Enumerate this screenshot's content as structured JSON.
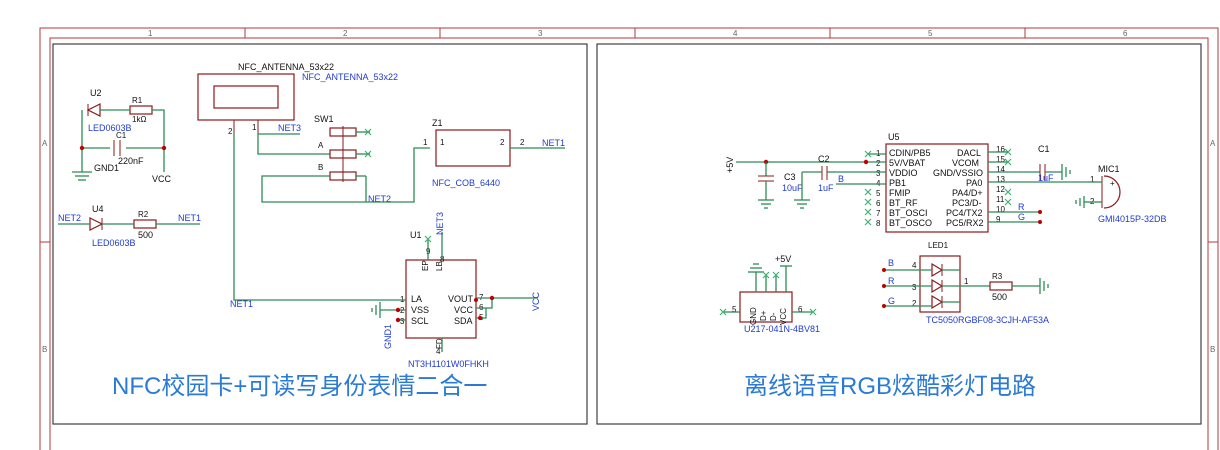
{
  "ruler": {
    "columns": [
      "1",
      "2",
      "3",
      "4",
      "5",
      "6"
    ],
    "rows": [
      "A",
      "B"
    ]
  },
  "left_panel": {
    "caption": "NFC校园卡+可读写身份表情二合一",
    "antenna": {
      "label1": "NFC_ANTENNA_53x22",
      "label2": "NFC_ANTENNA_53x22",
      "pin_a": "2",
      "pin_b": "1"
    },
    "u2": {
      "ref": "U2",
      "part": "LED0603B",
      "r_ref": "R1",
      "r_val": "1kΩ",
      "cap": "220nF",
      "cap_ref": "C1",
      "gnd": "GND1",
      "vcc": "VCC"
    },
    "u4": {
      "ref": "U4",
      "part": "LED0603B",
      "r_ref": "R2",
      "r_val": "500",
      "net_left": "NET2",
      "net_right": "NET1"
    },
    "sw1": {
      "ref": "SW1",
      "net": "NET3",
      "pin_a": "A",
      "pin_b": "B",
      "net2": "NET2"
    },
    "z1": {
      "ref": "Z1",
      "part": "NFC_COB_6440",
      "pin1": "1",
      "pin2": "2",
      "net": "NET1"
    },
    "u1": {
      "ref": "U1",
      "part": "NT3H1101W0FHKH",
      "net_top": "NET3",
      "net_left": "NET1",
      "gnd": "GND1",
      "vcc": "VCC",
      "pins_left": [
        "LA",
        "VSS",
        "SCL"
      ],
      "pins_left_num": [
        "1",
        "2",
        "3"
      ],
      "pins_right": [
        "VOUT",
        "VCC",
        "SDA"
      ],
      "pins_right_num": [
        "7",
        "6",
        "5"
      ],
      "pins_top": [
        "EP",
        "LB"
      ],
      "pins_top_num": [
        "9",
        "8"
      ],
      "pin_bottom": "FD",
      "pin_bottom_num": "4"
    }
  },
  "right_panel": {
    "caption": "离线语音RGB炫酷彩灯电路",
    "u5": {
      "ref": "U5",
      "pins_left": [
        "CDIN/PB5",
        "5V/VBAT",
        "VDDIO",
        "PB1",
        "FMIP",
        "BT_RF",
        "BT_OSCI",
        "BT_OSCO"
      ],
      "pins_left_num": [
        "1",
        "2",
        "3",
        "4",
        "5",
        "6",
        "7",
        "8"
      ],
      "pins_right": [
        "DACL",
        "VCOM",
        "GND/VSSIO",
        "PA0",
        "PA4/D+",
        "PC3/D-",
        "PC4/TX2",
        "PC5/RX2"
      ],
      "pins_right_num": [
        "16",
        "15",
        "14",
        "13",
        "12",
        "11",
        "10",
        "9"
      ]
    },
    "power": "+5V",
    "c3": {
      "ref": "C3",
      "val": "10uF"
    },
    "c2": {
      "ref": "C2",
      "val": "1uF"
    },
    "c1": {
      "ref": "C1",
      "val": "1uF"
    },
    "b_net": "B",
    "mic": {
      "ref": "MIC1",
      "part": "GMI4015P-32DB",
      "pin1": "1",
      "pin2": "2"
    },
    "rg": {
      "r": "R",
      "g": "G"
    },
    "usb": {
      "part": "U217-041N-4BV81",
      "power": "+5V",
      "pins": [
        "GND",
        "D+",
        "D-",
        "VCC"
      ],
      "num_left": "5",
      "num_right": "6"
    },
    "led": {
      "ref": "LED1",
      "part": "TC5050RGBF08-3CJH-AF53A",
      "b": "B",
      "r": "R",
      "g": "G",
      "r_ref": "R3",
      "r_val": "500",
      "pins": [
        "4",
        "3",
        "2",
        "1"
      ]
    }
  }
}
